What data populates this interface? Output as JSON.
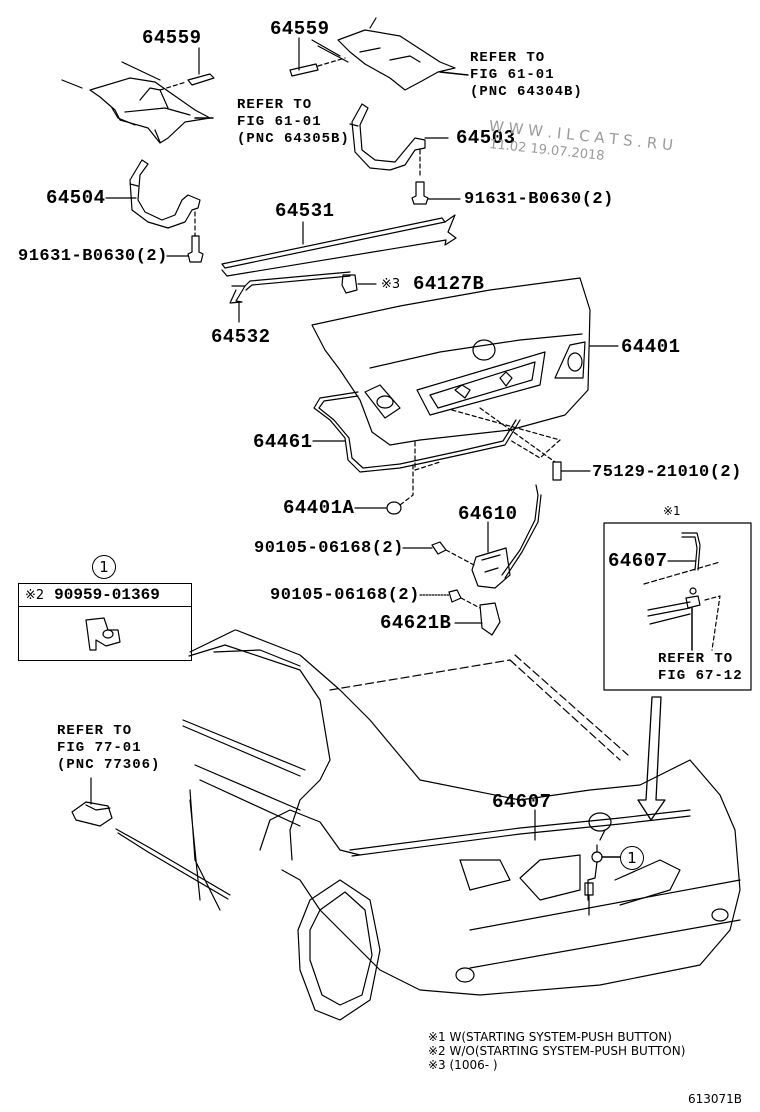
{
  "diagram": {
    "figure_id": "613071B",
    "part_labels": {
      "bolt_left": "64559",
      "bolt_right": "64559",
      "hinge_right": "64503",
      "hinge_left": "64504",
      "bolt_hinge_right": "91631-B0630(2)",
      "bolt_hinge_left": "91631-B0630(2)",
      "torsion_bar_upper": "64531",
      "torsion_bar_lower": "64532",
      "bracket_note": "※3",
      "bracket": "64127B",
      "lid": "64401",
      "weatherstrip": "64461",
      "cushion": "75129-21010(2)",
      "bumper_stop": "64401A",
      "lock": "64610",
      "lock_bolt": "90105-06168(2)",
      "striker_bolt": "90105-06168(2)",
      "striker": "64621B",
      "inset_cable": "64607",
      "cable": "64607"
    },
    "references": {
      "hinge_left_ref": [
        "REFER TO",
        "FIG 61-01",
        "(PNC 64305B)"
      ],
      "hinge_right_ref": [
        "REFER TO",
        "FIG 61-01",
        "(PNC 64304B)"
      ],
      "opener_ref": [
        "REFER TO",
        "FIG 77-01",
        "(PNC 77306)"
      ],
      "inset_ref": [
        "REFER TO",
        "FIG 67-12"
      ]
    },
    "inset": {
      "note_mark": "※1"
    },
    "legend": {
      "callout": "1",
      "note_mark": "※2",
      "part_number": "90959-01369"
    },
    "callout_on_car": "1",
    "notes": [
      "※1 W(STARTING SYSTEM-PUSH BUTTON)",
      "※2 W/O(STARTING SYSTEM-PUSH BUTTON)",
      "※3 (1006-      )"
    ],
    "watermark": {
      "site": "W W W . I L C A T S . R U",
      "timestamp": "11.02 19.07.2018"
    }
  }
}
